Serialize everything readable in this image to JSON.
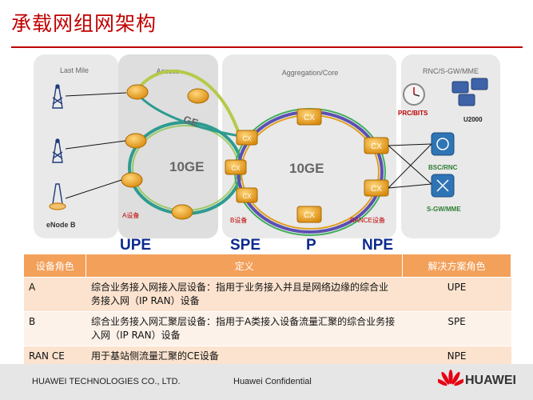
{
  "title": "承载网组网架构",
  "diagram": {
    "zones": {
      "last_mile": "Last Mile",
      "access": "Access",
      "aggregation": "Aggregation/Core",
      "rnc": "RNC/S-GW/MME"
    },
    "labels": {
      "enodeb": "eNode B",
      "ring_ge": "GE",
      "ring_10ge_left": "10GE",
      "ring_10ge_right": "10GE",
      "device_a": "A设备",
      "device_b": "B设备",
      "rance": "RANCE设备",
      "prc_bits": "PRC/BITS",
      "u2000": "U2000",
      "bsc_rnc": "BSC/RNC",
      "sgw_mme": "S-GW/MME",
      "cx": "CX"
    }
  },
  "roles": {
    "upe": "UPE",
    "spe": "SPE",
    "p": "P",
    "npe": "NPE"
  },
  "table": {
    "headers": [
      "设备角色",
      "定义",
      "解决方案角色"
    ],
    "rows": [
      {
        "device": "A",
        "definition": "综合业务接入网接入层设备：指用于业务接入并且是网络边缘的综合业务接入网（IP RAN）设备",
        "role": "UPE"
      },
      {
        "device": "B",
        "definition": "综合业务接入网汇聚层设备：指用于A类接入设备流量汇聚的综合业务接入网（IP RAN）设备",
        "role": "SPE"
      },
      {
        "device": "RAN CE",
        "definition": "用于基站侧流量汇聚的CE设备",
        "role": "NPE"
      }
    ]
  },
  "footer": {
    "company": "HUAWEI TECHNOLOGIES CO., LTD.",
    "confidential": "Huawei Confidential",
    "logo": "HUAWEI"
  },
  "colors": {
    "title": "#c00000",
    "role_text": "#0b2a8f",
    "table_header": "#f3a05a",
    "router": "#e6a21d",
    "zone_bg": "#e9e9e9"
  }
}
